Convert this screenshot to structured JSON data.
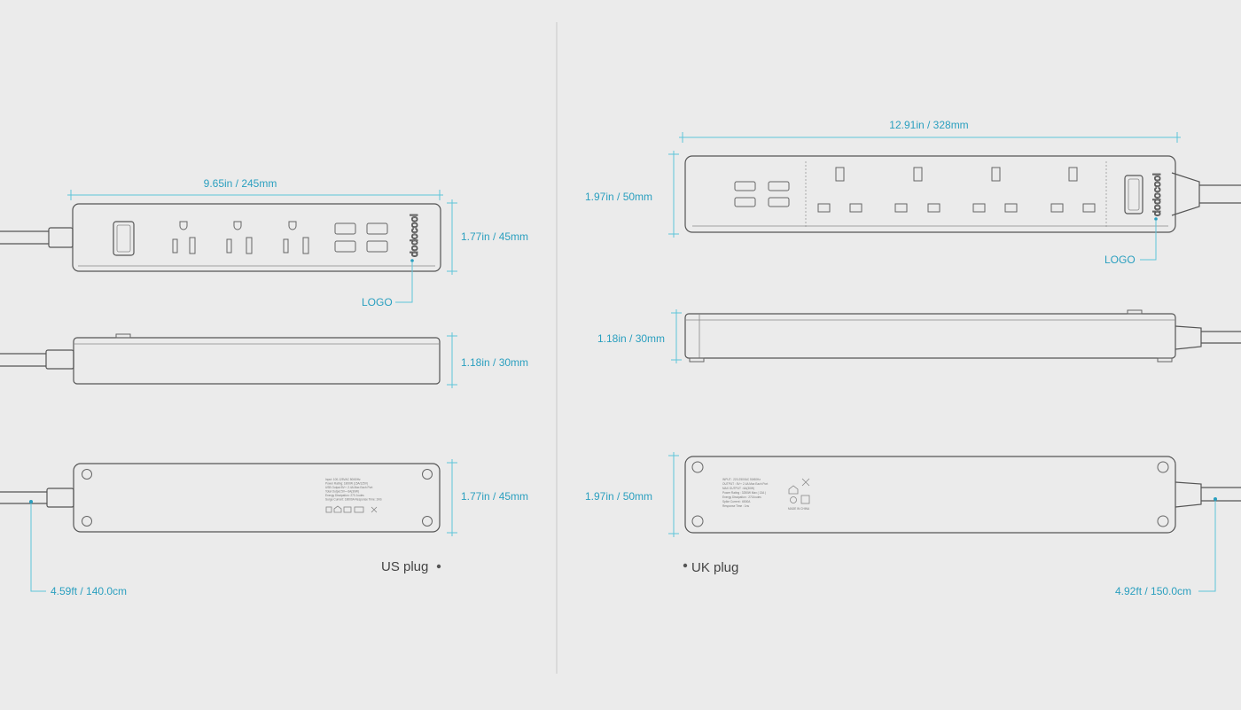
{
  "us": {
    "width_dim": "9.65in / 245mm",
    "front_height_dim": "1.77in / 45mm",
    "side_height_dim": "1.18in / 30mm",
    "back_height_dim": "1.77in / 45mm",
    "logo_label": "LOGO",
    "cord_dim": "4.59ft / 140.0cm",
    "caption": "US plug",
    "brand": "dodocool",
    "label_lines": [
      "Input: 100-125VAC 50/60Hz",
      "Power Rating: 1800W (15A/125V)",
      "USB Output:5V⎓ 2.4A Max Each Port",
      "Total Output:5V⎓ 6A(30W)",
      "Energy Dissipation: 270 Joules",
      "Surge Current: 18000A  Response Time: 1NS"
    ]
  },
  "uk": {
    "width_dim": "12.91in / 328mm",
    "front_height_dim": "1.97in / 50mm",
    "side_height_dim": "1.18in / 30mm",
    "back_height_dim": "1.97in / 50mm",
    "logo_label": "LOGO",
    "cord_dim": "4.92ft / 150.0cm",
    "caption": "UK plug",
    "brand": "dodocool",
    "label_lines": [
      "INPUT : 220-250VAC 50/60Hz",
      "OUTPUT : 5V⎓ 2.4A Max Each Port",
      "MAX OUTPUT : 6A(30W)",
      "Power Rating : 3250W Max ( 13A )",
      "Energy Dissipation : 270Joules",
      "Spike Current : 6500A",
      "Response Time : 1ns"
    ],
    "made_in": "MADE IN CHINA"
  }
}
